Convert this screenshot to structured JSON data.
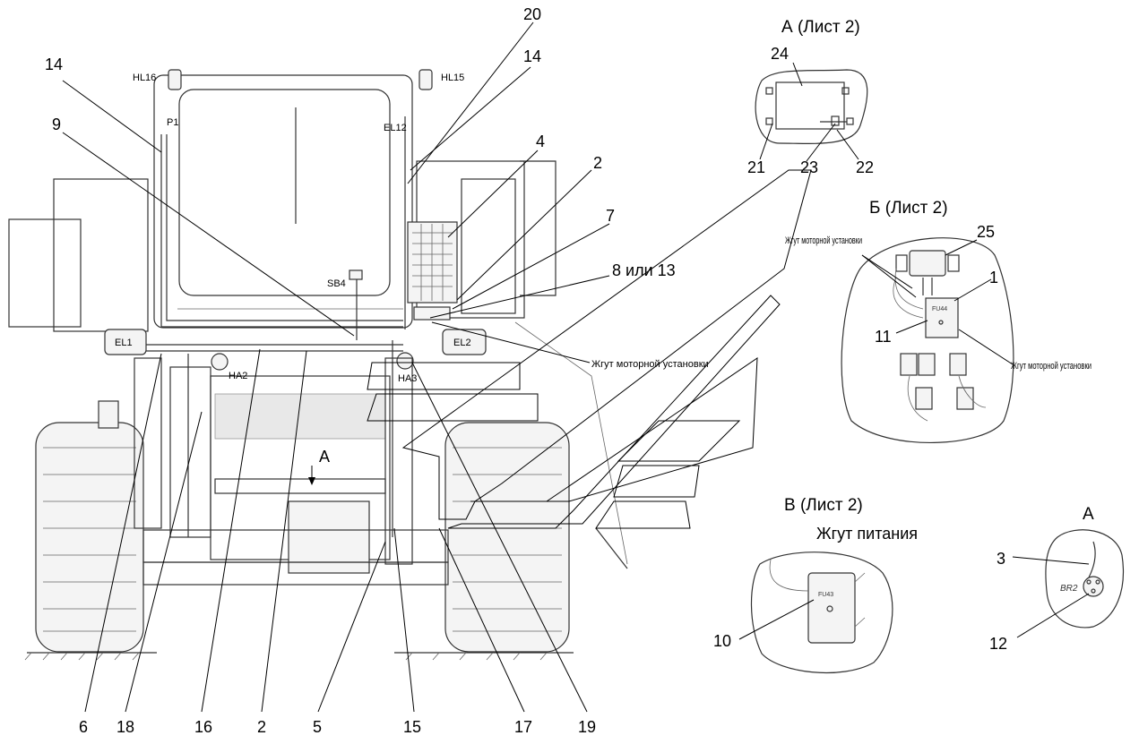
{
  "views": {
    "a_sheet2": {
      "title": "А (Лист 2)",
      "callouts": [
        "24",
        "21",
        "23",
        "22"
      ]
    },
    "b_sheet2": {
      "title": "Б (Лист 2)",
      "callouts": [
        "25",
        "1",
        "11"
      ],
      "labels": [
        "Жгут моторной установки",
        "Жгут моторной установки"
      ],
      "component": "FU44"
    },
    "v_sheet2": {
      "title": "В (Лист 2)",
      "subtitle": "Жгут питания",
      "callouts": [
        "10"
      ],
      "component": "FU43"
    },
    "a_detail": {
      "title": "А",
      "callouts": [
        "3",
        "12"
      ],
      "component": "BR2"
    }
  },
  "main": {
    "top_callouts": [
      "14",
      "9",
      "20",
      "14",
      "4",
      "2",
      "7",
      "8 или 13"
    ],
    "bottom_callouts": [
      "6",
      "18",
      "16",
      "2",
      "5",
      "15",
      "17",
      "19"
    ],
    "component_labels": [
      "HL16",
      "HL15",
      "P1",
      "EL12",
      "SB4",
      "EL1",
      "EL2",
      "HA2",
      "HA3",
      "A"
    ],
    "harness_label": "Жгут моторной установки"
  }
}
